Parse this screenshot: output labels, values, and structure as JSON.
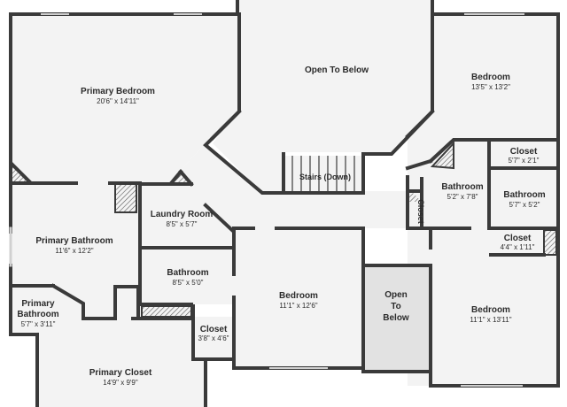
{
  "colors": {
    "floor": "#f3f3f3",
    "wall": "#3a3a3a",
    "window": "#d0d0d0",
    "open_to_below": "#e2e2e2",
    "text": "#2b2b2b"
  },
  "rooms": {
    "primary_bedroom": {
      "name": "Primary Bedroom",
      "dims": "20'6\" x 14'11\""
    },
    "open_to_below_top": {
      "name": "Open To Below"
    },
    "bedroom_top_right": {
      "name": "Bedroom",
      "dims": "13'5\" x 13'2\""
    },
    "stairs": {
      "name": "Stairs (Down)"
    },
    "closet_top_right": {
      "name": "Closet",
      "dims": "5'7\" x 2'1\""
    },
    "bathroom_middle": {
      "name": "Bathroom",
      "dims": "5'2\" x 7'8\""
    },
    "bathroom_right": {
      "name": "Bathroom",
      "dims": "5'7\" x 5'2\""
    },
    "closet_vertical": {
      "name": "Closet"
    },
    "closet_small_right": {
      "name": "Closet",
      "dims": "4'4\" x 1'11\""
    },
    "laundry_room": {
      "name": "Laundry Room",
      "dims": "8'5\" x 5'7\""
    },
    "primary_bathroom": {
      "name": "Primary Bathroom",
      "dims": "11'6\" x 12'2\""
    },
    "bathroom_center": {
      "name": "Bathroom",
      "dims": "8'5\" x 5'0\""
    },
    "bedroom_center": {
      "name": "Bedroom",
      "dims": "11'1\" x 12'6\""
    },
    "open_to_below_small": {
      "line1": "Open",
      "line2": "To",
      "line3": "Below"
    },
    "bedroom_bottom_right": {
      "name": "Bedroom",
      "dims": "11'1\" x 13'11\""
    },
    "primary_bathroom_small": {
      "line1": "Primary",
      "line2": "Bathroom",
      "dims": "5'7\" x 3'11\""
    },
    "closet_center": {
      "name": "Closet",
      "dims": "3'8\" x 4'6\""
    },
    "primary_closet": {
      "name": "Primary Closet",
      "dims": "14'9\" x 9'9\""
    }
  }
}
